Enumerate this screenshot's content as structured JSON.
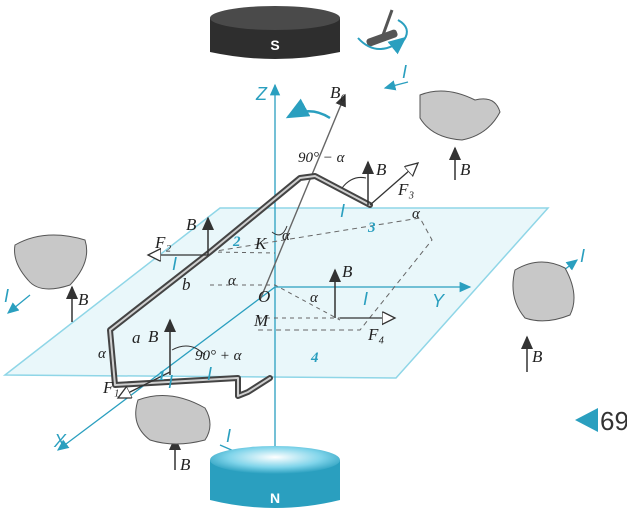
{
  "poles": {
    "top": "S",
    "bottom": "N"
  },
  "axes": {
    "x": "X",
    "y": "Y",
    "z": "Z",
    "origin": "O"
  },
  "vectors": {
    "b0": "B₀",
    "b": "B",
    "f1": "F₁",
    "f2": "F₂",
    "f3": "F₃",
    "f4": "F₄"
  },
  "current": "I",
  "points": {
    "k": "K",
    "m": "M",
    "a": "a",
    "b": "b"
  },
  "sides": [
    "1",
    "2",
    "3",
    "4"
  ],
  "angles": {
    "alpha": "α",
    "ninety_minus": "90° − α",
    "ninety_plus": "90° + α"
  },
  "page_number": "69",
  "colors": {
    "accent": "#2a9fbf",
    "plane": "#e6f6fa",
    "frame": "#555555",
    "pole_s": "#2e2e2e",
    "pole_n": "#3fb4d4"
  },
  "icons": [
    "hand-icon",
    "compass-needle-icon",
    "page-marker-icon"
  ]
}
